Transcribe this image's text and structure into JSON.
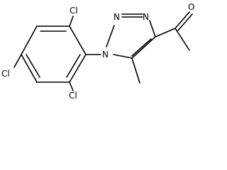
{
  "molecule": {
    "atoms": {
      "n1": "N",
      "n2": "N",
      "n3": "N",
      "o": "O",
      "cl_top": "Cl",
      "cl_left": "Cl",
      "cl_bottom": "Cl"
    }
  }
}
